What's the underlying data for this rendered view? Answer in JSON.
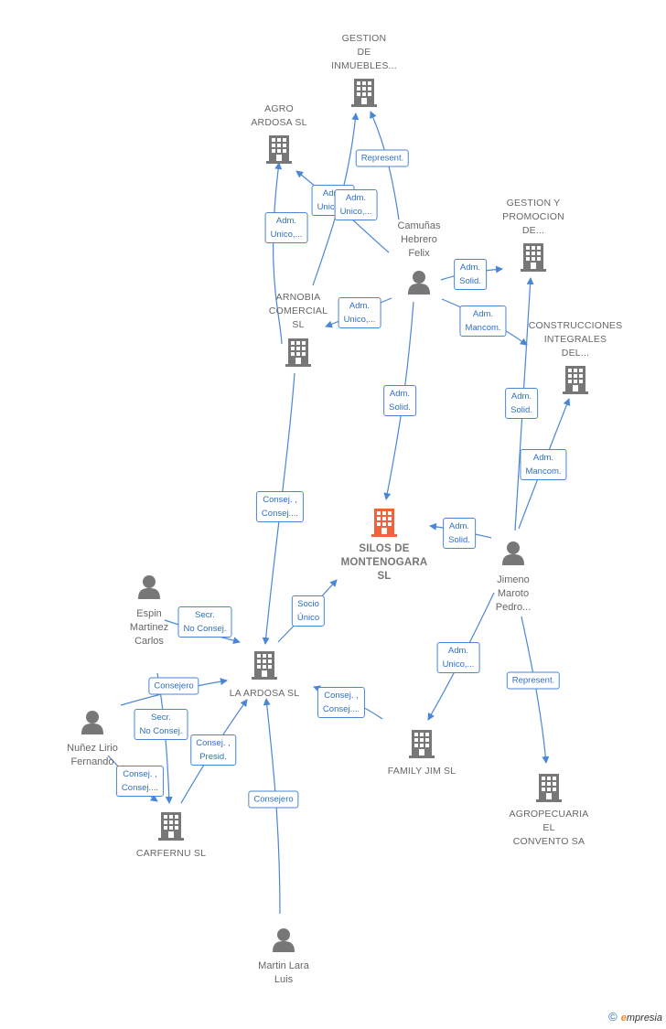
{
  "colors": {
    "edge": "#4a86d6",
    "node": "#777777",
    "main": "#f0643c",
    "label_text": "#2f6fc4"
  },
  "nodes": [
    {
      "id": "gestion_inmuebles",
      "type": "company",
      "lines": [
        "GESTION",
        "DE",
        "INMUEBLES..."
      ]
    },
    {
      "id": "agro_ardosa",
      "type": "company",
      "lines": [
        "AGRO",
        "ARDOSA  SL"
      ]
    },
    {
      "id": "gestion_promocion",
      "type": "company",
      "lines": [
        "GESTION Y",
        "PROMOCION",
        "DE..."
      ]
    },
    {
      "id": "camunas",
      "type": "person",
      "lines": [
        "Camuñas",
        "Hebrero",
        "Felix"
      ]
    },
    {
      "id": "arnobia",
      "type": "company",
      "lines": [
        "ARNOBIA",
        "COMERCIAL",
        "SL"
      ]
    },
    {
      "id": "construcciones",
      "type": "company",
      "lines": [
        "CONSTRUCCIONES",
        "INTEGRALES",
        "DEL..."
      ]
    },
    {
      "id": "silos",
      "type": "main",
      "lines": [
        "SILOS DE",
        "MONTENOGARA",
        "SL"
      ]
    },
    {
      "id": "jimeno",
      "type": "person",
      "lines": [
        "Jimeno",
        "Maroto",
        "Pedro..."
      ]
    },
    {
      "id": "espin",
      "type": "person",
      "lines": [
        "Espin",
        "Martinez",
        "Carlos"
      ]
    },
    {
      "id": "la_ardosa",
      "type": "company",
      "lines": [
        "LA ARDOSA SL"
      ]
    },
    {
      "id": "nunez",
      "type": "person",
      "lines": [
        "Nuñez Lirio",
        "Fernando"
      ]
    },
    {
      "id": "family_jim",
      "type": "company",
      "lines": [
        "FAMILY JIM  SL"
      ]
    },
    {
      "id": "carfernu",
      "type": "company",
      "lines": [
        "CARFERNU SL"
      ]
    },
    {
      "id": "agropecuaria",
      "type": "company",
      "lines": [
        "AGROPECUARIA",
        "EL",
        "CONVENTO SA"
      ]
    },
    {
      "id": "martin",
      "type": "person",
      "lines": [
        "Martin Lara",
        "Luis"
      ]
    }
  ],
  "edges": [
    {
      "label": "Represent."
    },
    {
      "label": "Adm. Unico,..."
    },
    {
      "label": "Adm. Unico,..."
    },
    {
      "label": "Adm. Solid."
    },
    {
      "label": "Adm. Unico,..."
    },
    {
      "label": "Adm. Mancom."
    },
    {
      "label": "Adm. Solid."
    },
    {
      "label": "Adm. Solid."
    },
    {
      "label": "Adm. Mancom."
    },
    {
      "label": "Adm. Solid."
    },
    {
      "label": "Consej. , Consej...."
    },
    {
      "label": "Socio Único"
    },
    {
      "label": "Secr.  No Consej."
    },
    {
      "label": "Consejero"
    },
    {
      "label": "Secr.  No Consej."
    },
    {
      "label": "Consej. , Presid."
    },
    {
      "label": "Consej. , Consej...."
    },
    {
      "label": "Consej. , Consej...."
    },
    {
      "label": "Adm. Unico,..."
    },
    {
      "label": "Represent."
    },
    {
      "label": "Adm. Unico,..."
    },
    {
      "label": "Consejero"
    }
  ],
  "brand": {
    "copyright": "©",
    "first_letter": "e",
    "rest": "mpresia"
  }
}
